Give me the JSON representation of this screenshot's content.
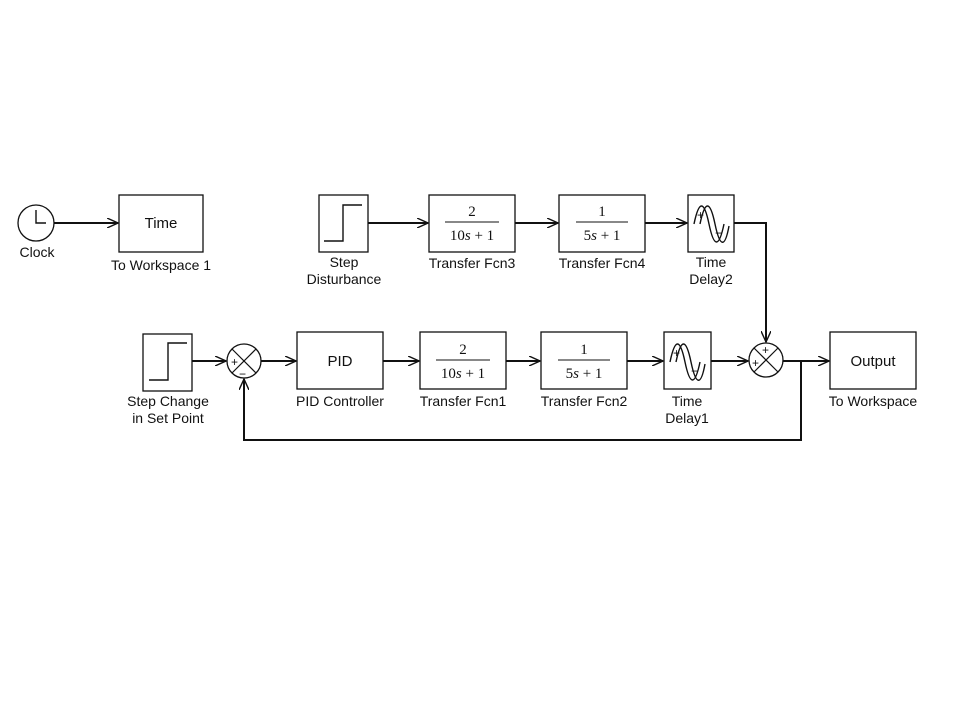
{
  "blocks": {
    "clock": {
      "label": "Clock"
    },
    "to_workspace_1": {
      "content": "Time",
      "label": "To Workspace 1"
    },
    "step_disturbance": {
      "label_line1": "Step",
      "label_line2": "Disturbance"
    },
    "transfer_fcn3": {
      "numerator": "2",
      "den_coef": "10",
      "den_var": "s",
      "den_rest": " + 1",
      "label": "Transfer Fcn3"
    },
    "transfer_fcn4": {
      "numerator": "1",
      "den_coef": "5",
      "den_var": "s",
      "den_rest": " + 1",
      "label": "Transfer Fcn4"
    },
    "time_delay2": {
      "label_line1": "Time",
      "label_line2": "Delay2"
    },
    "step_setpoint": {
      "label_line1": "Step Change",
      "label_line2": "in Set Point"
    },
    "pid_controller": {
      "content": "PID",
      "label": "PID Controller"
    },
    "transfer_fcn1": {
      "numerator": "2",
      "den_coef": "10",
      "den_var": "s",
      "den_rest": " + 1",
      "label": "Transfer Fcn1"
    },
    "transfer_fcn2": {
      "numerator": "1",
      "den_coef": "5",
      "den_var": "s",
      "den_rest": " + 1",
      "label": "Transfer Fcn2"
    },
    "time_delay1": {
      "label_line1": "Time",
      "label_line2": "Delay1"
    },
    "to_workspace": {
      "content": "Output",
      "label": "To Workspace"
    }
  },
  "sum1": {
    "sign_left": "+",
    "sign_bottom": "−"
  },
  "sum2": {
    "sign_top": "+",
    "sign_left": "+"
  }
}
